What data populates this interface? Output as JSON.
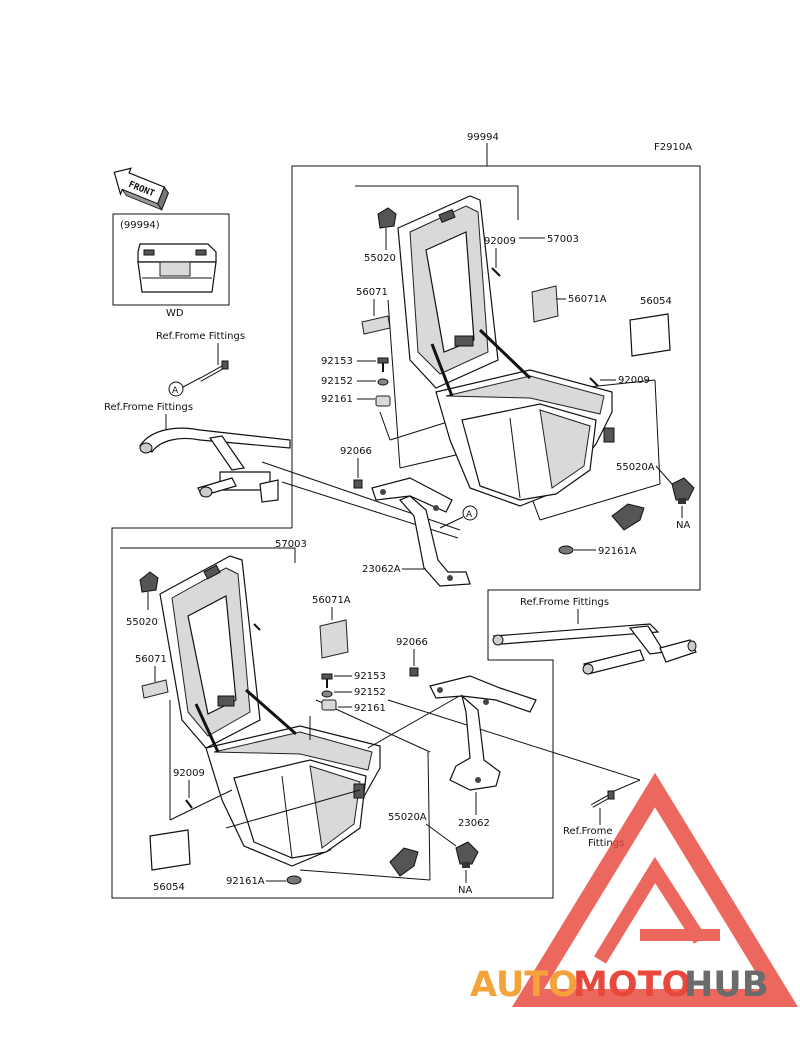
{
  "diagram": {
    "figure_code": "F2910A",
    "assembly_number": "99994",
    "kit_box": {
      "ref": "(99994)",
      "code": "WD"
    },
    "front_label": "FRONT",
    "callout_letter": "A",
    "ref_text_1": "Ref.Frome Fittings",
    "ref_text_2": "Ref.Frome Fittings",
    "ref_text_3": "Ref.Frome Fittings",
    "ref_text_4_line1": "Ref.Frome",
    "ref_text_4_line2": "Fittings",
    "upper_parts": {
      "p57003": "57003",
      "p55020": "55020",
      "p92009a": "92009",
      "p56071a": "56071A",
      "p56054": "56054",
      "p56071": "56071",
      "p92153": "92153",
      "p92152": "92152",
      "p92161": "92161",
      "p92009b": "92009",
      "p92066": "92066",
      "p55020a": "55020A",
      "pNA": "NA",
      "p92161a": "92161A",
      "p23062a": "23062A"
    },
    "lower_parts": {
      "p57003": "57003",
      "p56071a": "56071A",
      "p55020": "55020",
      "p56071": "56071",
      "p92153": "92153",
      "p92152": "92152",
      "p92161": "92161",
      "p92066": "92066",
      "p92009": "92009",
      "p55020a": "55020A",
      "pNA": "NA",
      "p56054": "56054",
      "p92161a": "92161A",
      "p23062": "23062"
    },
    "watermark": {
      "part1": "AUTO",
      "part2": "MOTO",
      "part3": "HUB"
    },
    "colors": {
      "watermark_red": "#e8473b",
      "watermark_orange": "#f3a33a",
      "watermark_grey": "#6b6b6b"
    }
  }
}
